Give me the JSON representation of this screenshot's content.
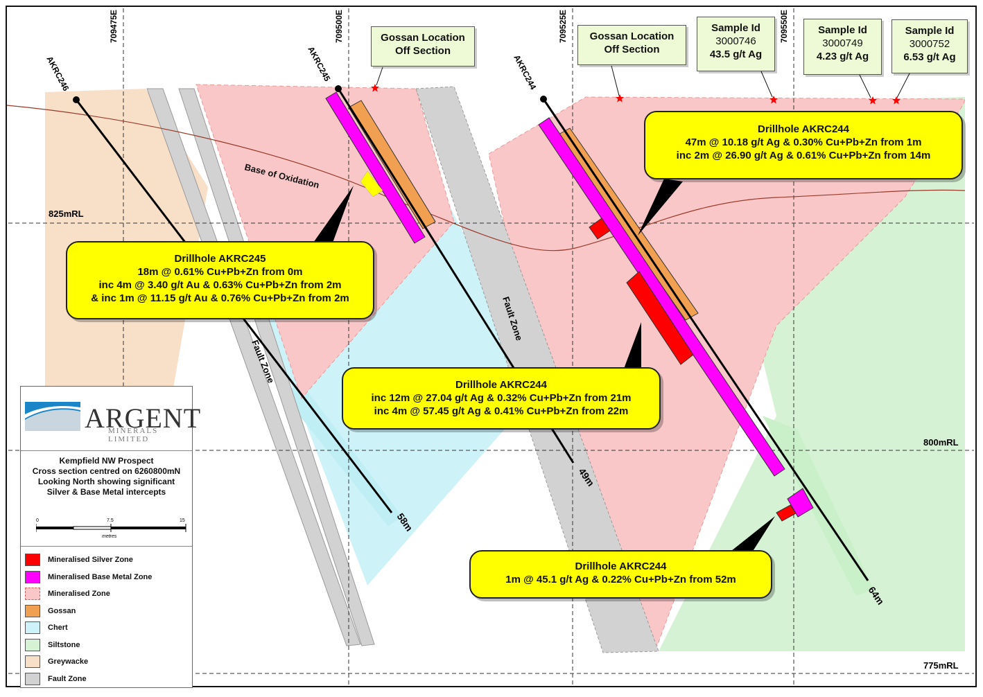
{
  "colors": {
    "silver_zone": "#ff0000",
    "base_metal_zone": "#ff00ff",
    "mineralised_zone": "#f9c7c7",
    "gossan": "#f0a050",
    "chert": "#cdf3f8",
    "siltstone": "#d5f2d5",
    "greywacke": "#f7dfc8",
    "fault_zone": "#d2d2d2",
    "callout": "#ffff00",
    "note_bg": "#eef9d6"
  },
  "grid": {
    "eastings": [
      "709475E",
      "709500E",
      "709525E",
      "709550E"
    ],
    "rls": [
      "825mRL",
      "800mRL",
      "775mRL"
    ]
  },
  "drillholes": [
    {
      "id": "AKRC246",
      "end_depth": "58m"
    },
    {
      "id": "AKRC245",
      "end_depth": "49m"
    },
    {
      "id": "AKRC244",
      "end_depth": "64m"
    }
  ],
  "feature_labels": {
    "base_of_oxidation": "Base of Oxidation",
    "fault_zone": "Fault Zone"
  },
  "gossan_notes": [
    {
      "line1": "Gossan Location",
      "line2": "Off Section"
    },
    {
      "line1": "Gossan Location",
      "line2": "Off Section"
    }
  ],
  "samples": [
    {
      "label": "Sample Id",
      "id": "3000746",
      "grade": "43.5 g/t Ag"
    },
    {
      "label": "Sample Id",
      "id": "3000749",
      "grade": "4.23 g/t Ag"
    },
    {
      "label": "Sample Id",
      "id": "3000752",
      "grade": "6.53 g/t Ag"
    }
  ],
  "callouts": {
    "akrc244_top": {
      "title": "Drillhole AKRC244",
      "lines": [
        "47m @ 10.18 g/t Ag & 0.30% Cu+Pb+Zn from 1m",
        "inc 2m @ 26.90 g/t Ag & 0.61% Cu+Pb+Zn from 14m"
      ]
    },
    "akrc245": {
      "title": "Drillhole AKRC245",
      "lines": [
        "18m @ 0.61% Cu+Pb+Zn from 0m",
        "inc 4m @ 3.40 g/t Au & 0.63% Cu+Pb+Zn from 2m",
        "& inc 1m @ 11.15 g/t Au & 0.76% Cu+Pb+Zn from 2m"
      ]
    },
    "akrc244_mid": {
      "title": "Drillhole AKRC244",
      "lines": [
        "inc 12m @ 27.04 g/t Ag & 0.32% Cu+Pb+Zn from 21m",
        "inc 4m @ 57.45 g/t Ag & 0.41% Cu+Pb+Zn from 22m"
      ]
    },
    "akrc244_low": {
      "title": "Drillhole AKRC244",
      "lines": [
        "1m @ 45.1 g/t Ag & 0.22% Cu+Pb+Zn from 52m"
      ]
    }
  },
  "logo": {
    "company": "ARGENT",
    "sub": "MINERALS LIMITED"
  },
  "caption": {
    "lines": [
      "Kempfield NW Prospect",
      "Cross section centred on 6260800mN",
      "Looking North showing significant",
      "Silver & Base Metal intercepts"
    ]
  },
  "scale": {
    "ticks": [
      "0",
      "7.5",
      "15"
    ],
    "unit": "metres"
  },
  "legend": [
    {
      "label": "Mineralised Silver Zone",
      "color": "#ff0000",
      "dashed": false
    },
    {
      "label": "Mineralised Base Metal Zone",
      "color": "#ff00ff",
      "dashed": false
    },
    {
      "label": "Mineralised Zone",
      "color": "#f9c7c7",
      "dashed": true
    },
    {
      "label": "Gossan",
      "color": "#f0a050",
      "dashed": false
    },
    {
      "label": "Chert",
      "color": "#cdf3f8",
      "dashed": false
    },
    {
      "label": "Siltstone",
      "color": "#d5f2d5",
      "dashed": false
    },
    {
      "label": "Greywacke",
      "color": "#f7dfc8",
      "dashed": false
    },
    {
      "label": "Fault Zone",
      "color": "#d2d2d2",
      "dashed": false
    }
  ]
}
